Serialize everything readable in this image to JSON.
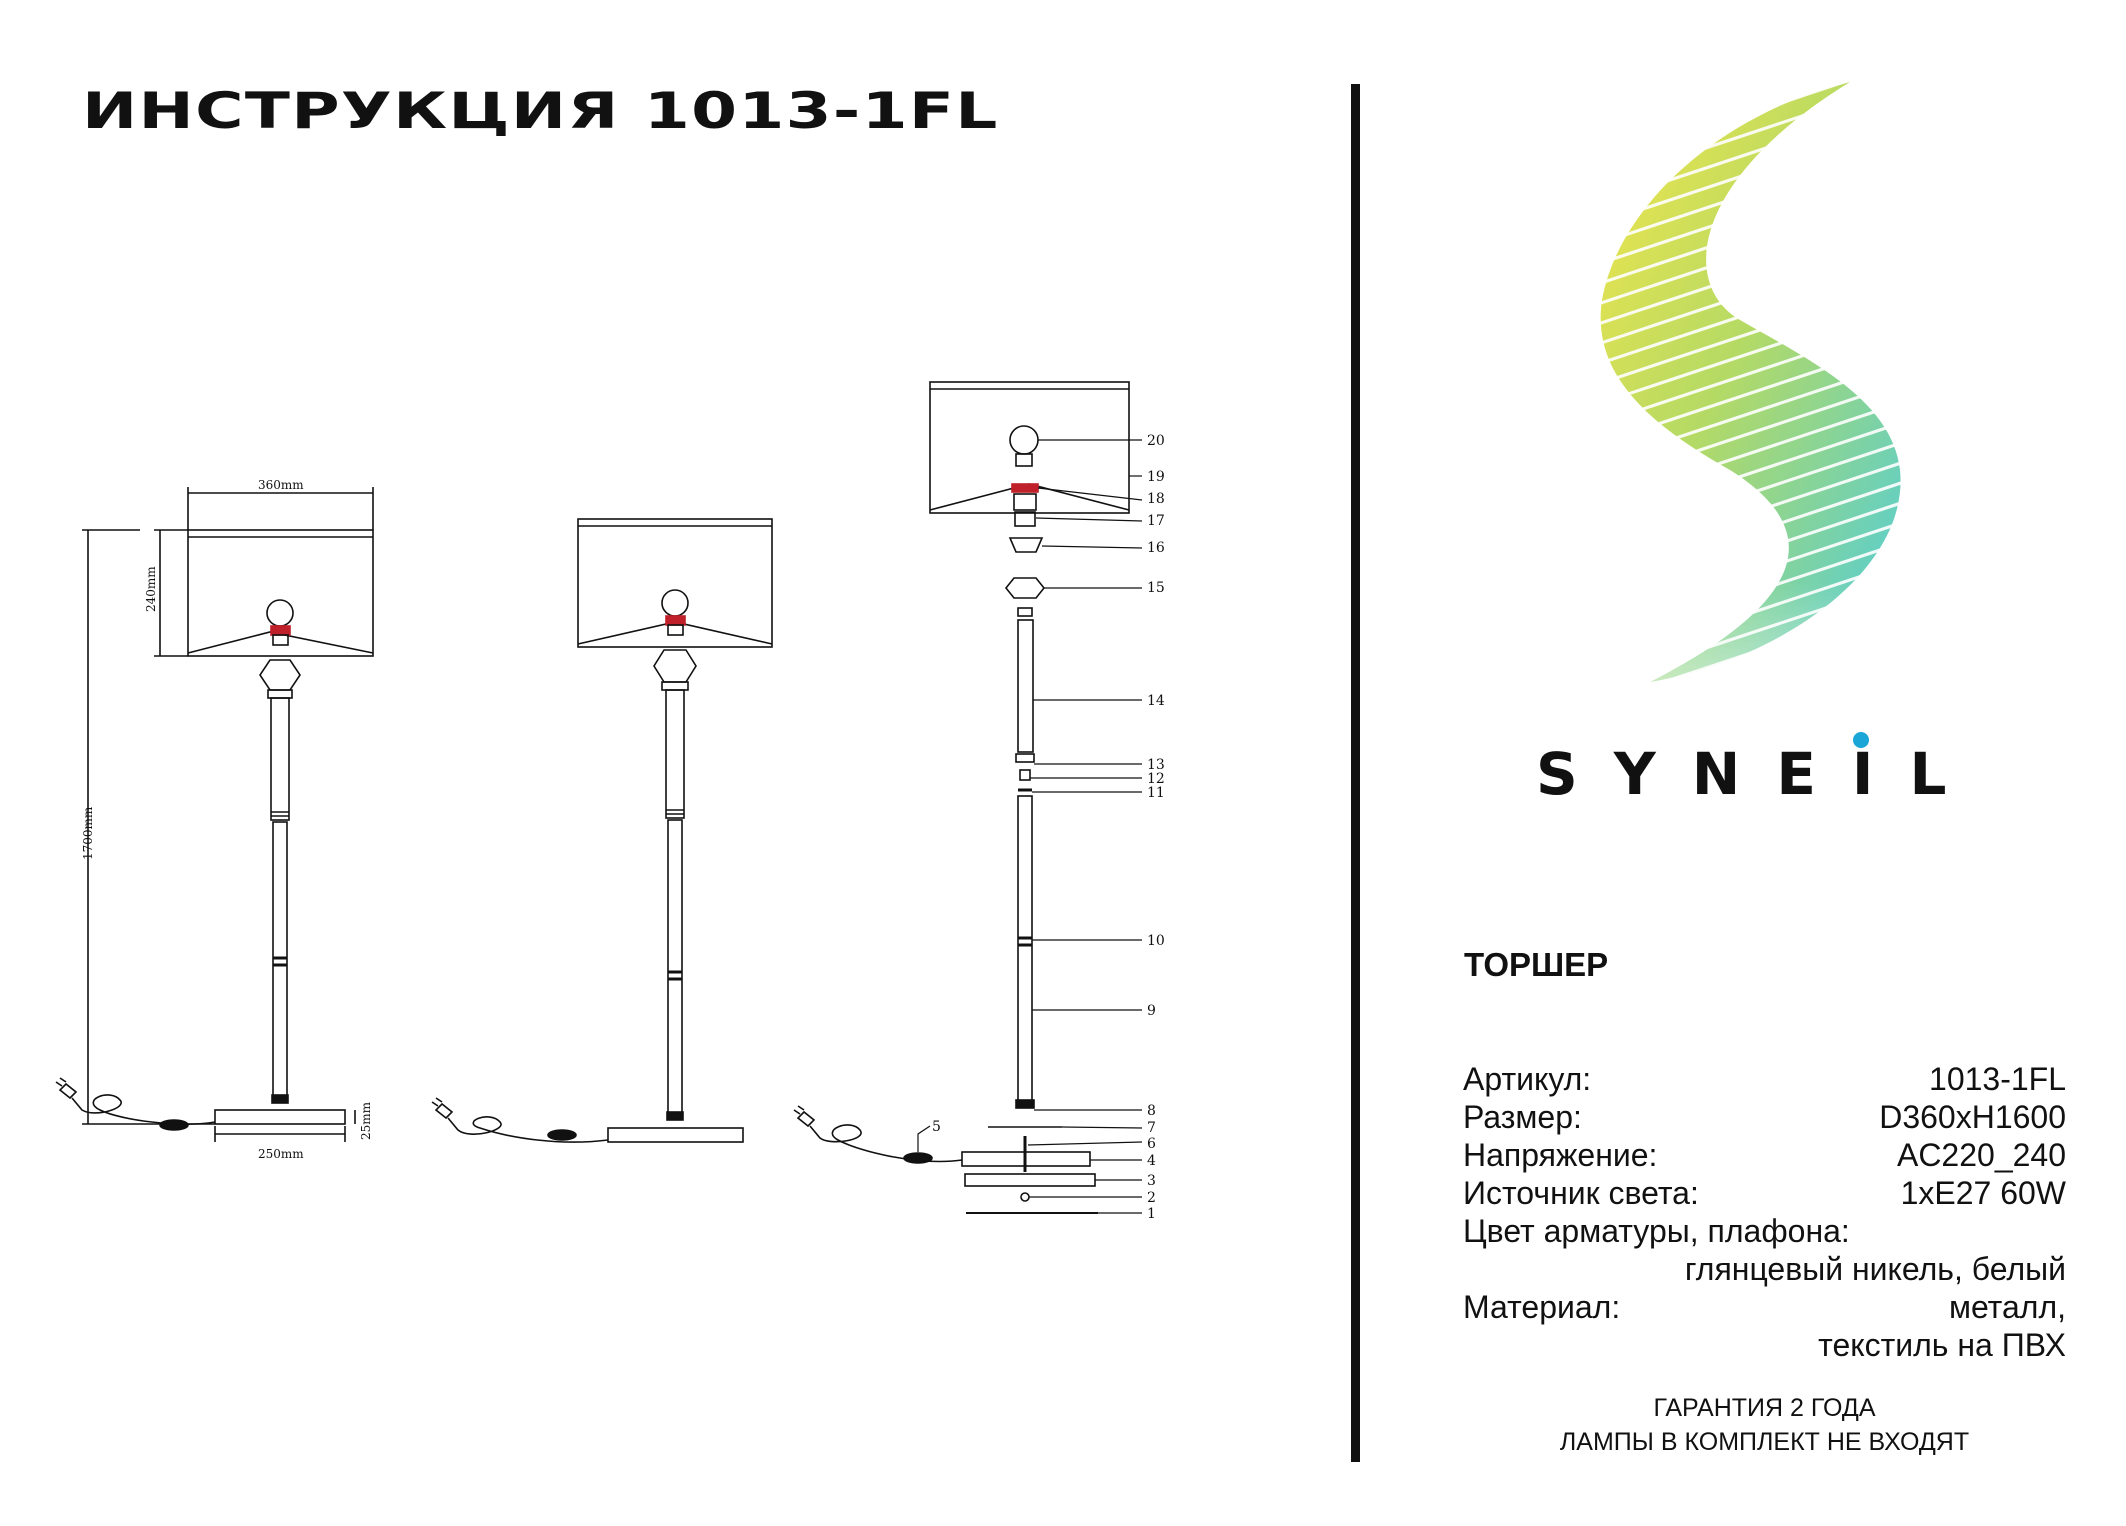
{
  "header": {
    "title": "ИНСТРУКЦИЯ 1013-1FL"
  },
  "brand": {
    "name": "SYNEIL",
    "dot_color": "#1aa6d6",
    "logo_colors": [
      "#f5e22a",
      "#a8d44a",
      "#2cc3da"
    ]
  },
  "product": {
    "type": "ТОРШЕР"
  },
  "specs": {
    "article": {
      "label": "Артикул:",
      "value": "1013-1FL"
    },
    "size": {
      "label": "Размер:",
      "value": "D360xH1600"
    },
    "voltage": {
      "label": "Напряжение:",
      "value": "AC220_240"
    },
    "light_source": {
      "label": "Источник света:",
      "value": "1xE27 60W"
    },
    "color": {
      "label": "Цвет арматуры, плафона:",
      "value": "глянцевый никель, белый"
    },
    "material": {
      "label": "Материал:",
      "value_line1": "металл,",
      "value_line2": "текстиль на ПВХ"
    }
  },
  "notes": {
    "warranty": "ГАРАНТИЯ 2 ГОДА",
    "lamps": "ЛАМПЫ В КОМПЛЕКТ НЕ ВХОДЯТ"
  },
  "drawing": {
    "dimensions": {
      "width": "360mm",
      "shade_height": "240mm",
      "total_height": "1700mm",
      "base_width": "250mm",
      "base_height": "25mm"
    },
    "parts": [
      "1",
      "2",
      "3",
      "4",
      "5",
      "6",
      "7",
      "8",
      "9",
      "10",
      "11",
      "12",
      "13",
      "14",
      "15",
      "16",
      "17",
      "18",
      "19",
      "20"
    ],
    "socket_color": "#c0202a"
  }
}
